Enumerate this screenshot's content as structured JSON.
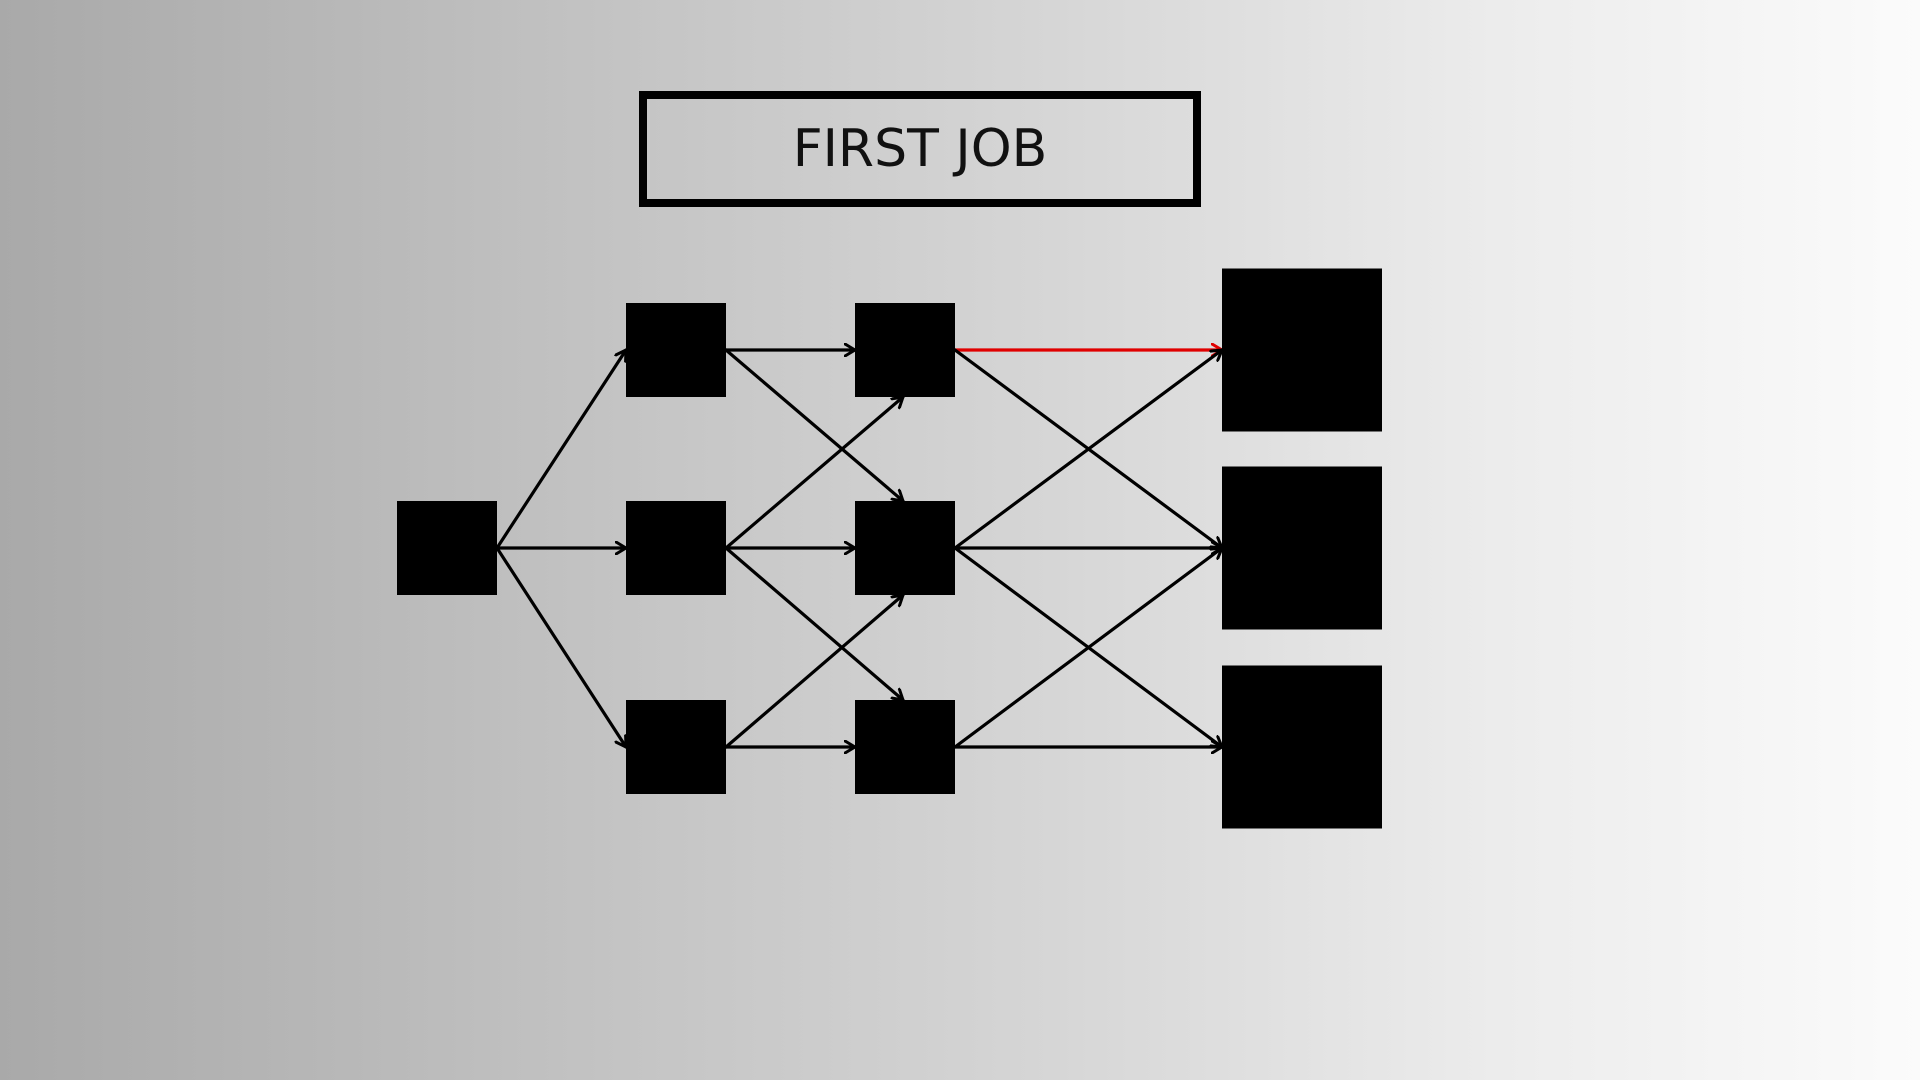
{
  "title": "FIRST JOB",
  "colors": {
    "node": "#000000",
    "edge": "#000000",
    "highlight_edge": "#e00000"
  },
  "nodes": [
    {
      "id": "n0",
      "column": 0,
      "row": 1
    },
    {
      "id": "n1a",
      "column": 1,
      "row": 0
    },
    {
      "id": "n1b",
      "column": 1,
      "row": 1
    },
    {
      "id": "n1c",
      "column": 1,
      "row": 2
    },
    {
      "id": "n2a",
      "column": 2,
      "row": 0
    },
    {
      "id": "n2b",
      "column": 2,
      "row": 1
    },
    {
      "id": "n2c",
      "column": 2,
      "row": 2
    },
    {
      "id": "n3a",
      "column": 3,
      "row": 0
    },
    {
      "id": "n3b",
      "column": 3,
      "row": 1
    },
    {
      "id": "n3c",
      "column": 3,
      "row": 2
    }
  ],
  "edges": [
    {
      "from": "n0",
      "to": "n1a"
    },
    {
      "from": "n0",
      "to": "n1b"
    },
    {
      "from": "n0",
      "to": "n1c"
    },
    {
      "from": "n1a",
      "to": "n2a"
    },
    {
      "from": "n1a",
      "to": "n2b"
    },
    {
      "from": "n1b",
      "to": "n2a"
    },
    {
      "from": "n1b",
      "to": "n2b"
    },
    {
      "from": "n1b",
      "to": "n2c"
    },
    {
      "from": "n1c",
      "to": "n2b"
    },
    {
      "from": "n1c",
      "to": "n2c"
    },
    {
      "from": "n2a",
      "to": "n3a",
      "highlight": true
    },
    {
      "from": "n2a",
      "to": "n3b"
    },
    {
      "from": "n2b",
      "to": "n3a"
    },
    {
      "from": "n2b",
      "to": "n3b"
    },
    {
      "from": "n2b",
      "to": "n3c"
    },
    {
      "from": "n2c",
      "to": "n3b"
    },
    {
      "from": "n2c",
      "to": "n3c"
    }
  ]
}
